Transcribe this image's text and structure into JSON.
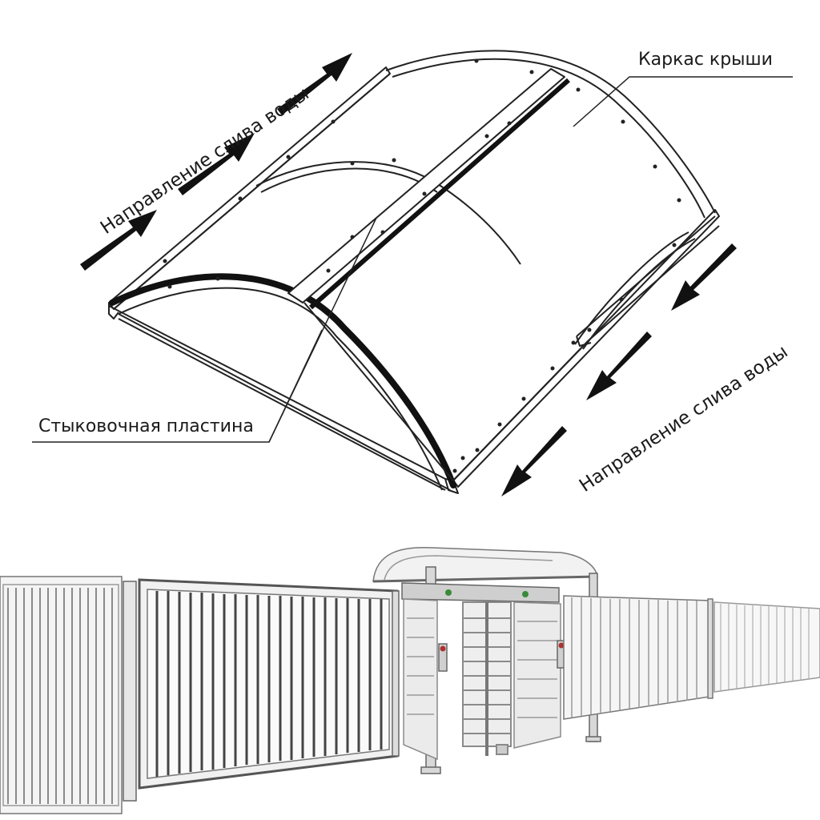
{
  "labels": {
    "roof_frame": "Каркас крыши",
    "docking_plate": "Стыковочная пластина",
    "drain_direction_left": "Направление слива воды",
    "drain_direction_right": "Направление слива воды"
  },
  "colors": {
    "line": "#222222",
    "fence_fill": "#f4f4f4",
    "turnstile_steel": "#9a9a9a",
    "indicator_green": "#3a8a3a",
    "indicator_red": "#b03030"
  }
}
